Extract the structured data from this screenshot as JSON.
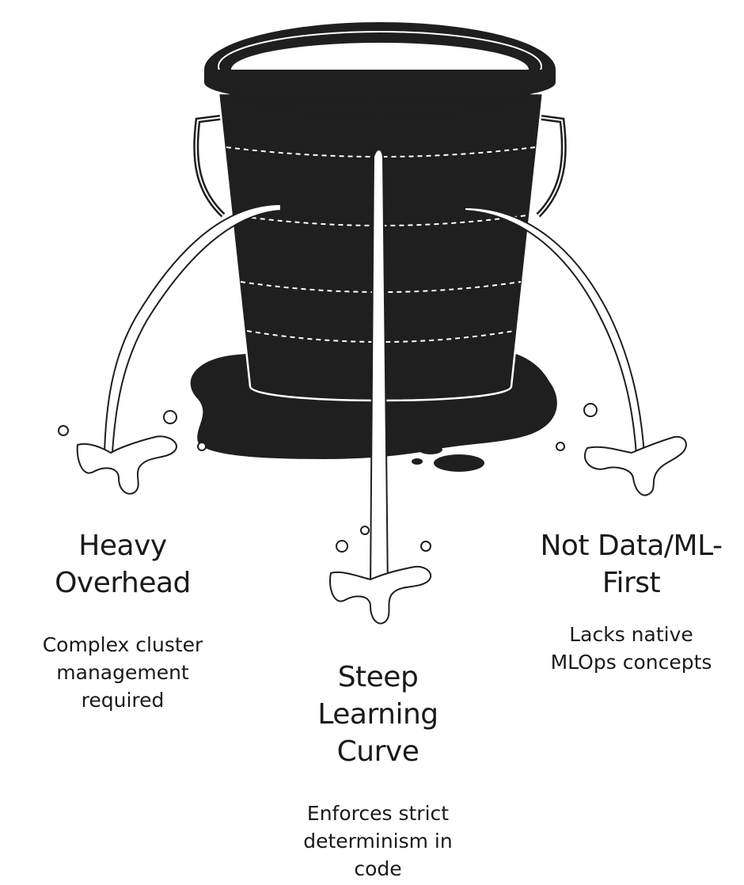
{
  "colors": {
    "ink": "#1f1f1f",
    "paper": "#ffffff",
    "text": "#1a1a1a"
  },
  "labels": {
    "left": {
      "title": [
        "Heavy",
        "Overhead"
      ],
      "description": [
        "Complex cluster",
        "management",
        "required"
      ]
    },
    "middle": {
      "title": [
        "Steep",
        "Learning",
        "Curve"
      ],
      "description": [
        "Enforces strict",
        "determinism in",
        "code"
      ]
    },
    "right": {
      "title": [
        "Not Data/ML-",
        "First"
      ],
      "description": [
        "Lacks native",
        "MLOps concepts"
      ]
    }
  }
}
